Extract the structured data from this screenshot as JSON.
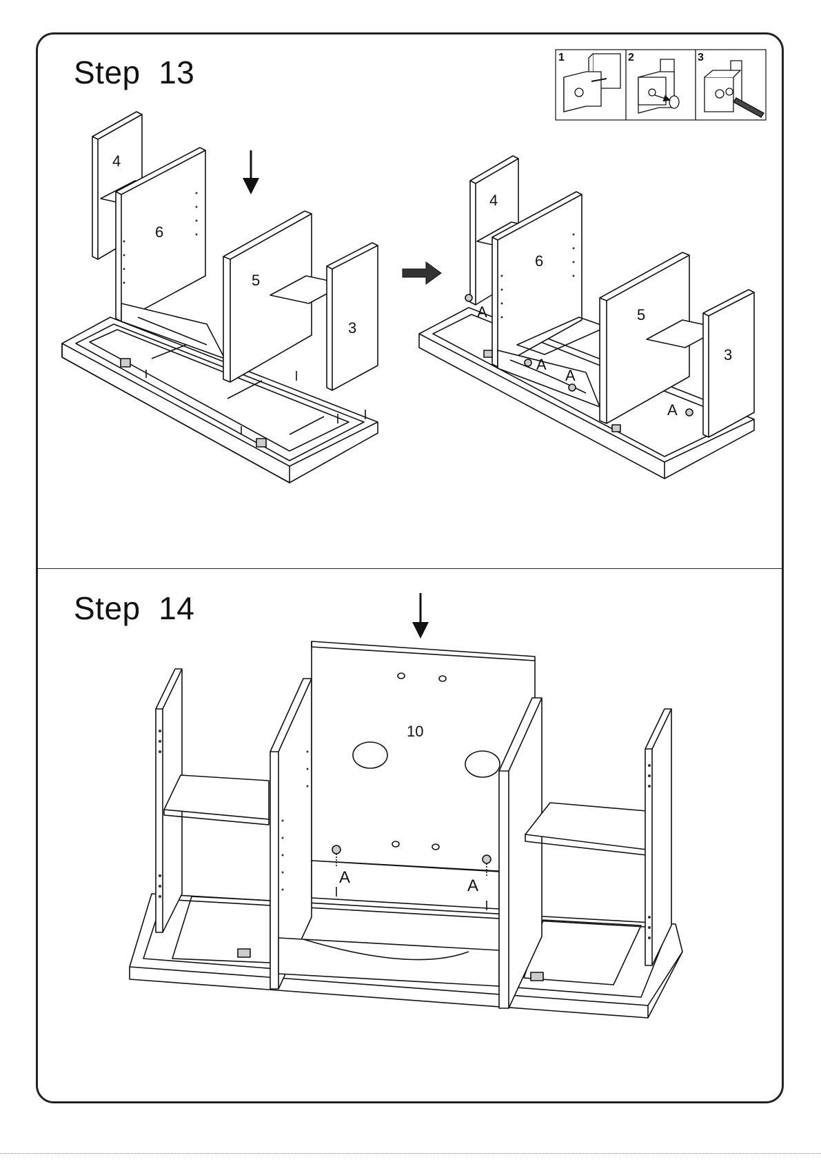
{
  "steps": [
    {
      "title": "Step  13"
    },
    {
      "title": "Step  14"
    }
  ],
  "inset": {
    "panels": [
      {
        "number": "1"
      },
      {
        "number": "2"
      },
      {
        "number": "3"
      }
    ]
  },
  "step13": {
    "before_labels": {
      "p4": "4",
      "p6": "6",
      "p5": "5",
      "p3": "3"
    },
    "after_labels": {
      "p4": "4",
      "p6": "6",
      "p5": "5",
      "p3": "3"
    },
    "fastener_labels": [
      "A",
      "A",
      "A",
      "A"
    ]
  },
  "step14": {
    "panel_label": "10",
    "fastener_labels": [
      "A",
      "A"
    ]
  },
  "colors": {
    "line": "#111111",
    "fill": "#ffffff",
    "shade": "#d9d9d9"
  }
}
